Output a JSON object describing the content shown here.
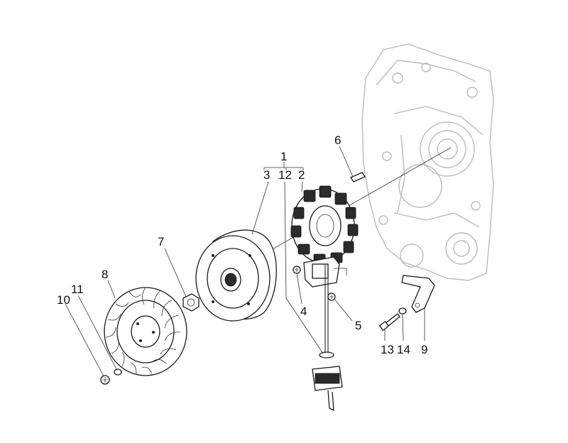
{
  "diagram": {
    "type": "exploded-parts-view",
    "callouts": {
      "c1": "1",
      "c2": "2",
      "c3": "3",
      "c4": "4",
      "c5": "5",
      "c6": "6",
      "c7": "7",
      "c8": "8",
      "c9": "9",
      "c10": "10",
      "c11": "11",
      "c12": "12",
      "c13": "13",
      "c14": "14"
    },
    "colors": {
      "line": "#222222",
      "crankcase": "#bbbbbb",
      "background": "#ffffff"
    }
  }
}
